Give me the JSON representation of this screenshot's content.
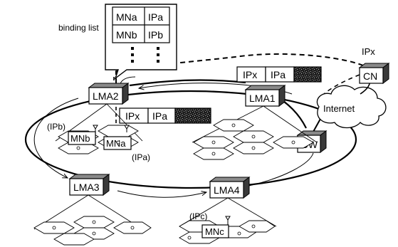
{
  "binding_list": {
    "caption": "binding list",
    "rows": [
      {
        "mn": "MNa",
        "ip": "IPa"
      },
      {
        "mn": "MNb",
        "ip": "IPb"
      }
    ]
  },
  "nodes": {
    "lma1": "LMA1",
    "lma2": "LMA2",
    "lma3": "LMA3",
    "lma4": "LMA4",
    "gw": "GW",
    "cn": "CN",
    "internet": "Internet"
  },
  "mobile_nodes": {
    "mna": "MNa",
    "mnb": "MNb",
    "mnc": "MNc",
    "ipa_note": "(IPa)",
    "ipb_note": "(IPb)",
    "ipc_note": "(IPc)"
  },
  "packets": {
    "outer": {
      "src": "IPx",
      "dst": "IPa"
    },
    "inner": {
      "src": "IPx",
      "dst": "IPa"
    },
    "cn_address": "IPx"
  },
  "colors": {
    "stroke": "#000000",
    "box_fill": "#ffffff",
    "cube_side": "#3a3a3a",
    "cube_top": "#8a8a8a",
    "payload": "#2b2b2b"
  }
}
